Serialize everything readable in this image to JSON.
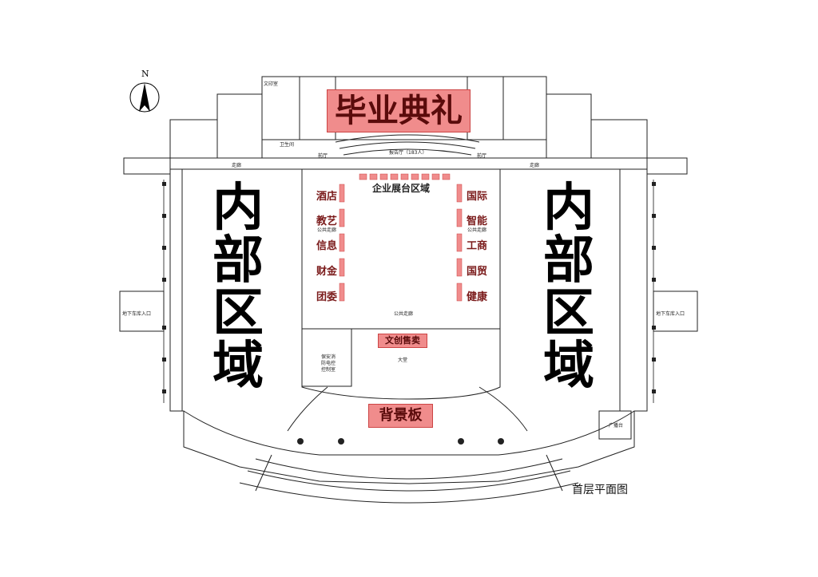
{
  "labels": {
    "ceremony": "毕业典礼",
    "enterprise": "企业展台区域",
    "backdrop": "背景板",
    "creative": "文创售卖",
    "plan_title": "首层平面图",
    "north": "N",
    "internal_left": [
      "内",
      "部",
      "区",
      "域"
    ],
    "internal_right": [
      "内",
      "部",
      "区",
      "域"
    ]
  },
  "left_zones": [
    "酒店",
    "教艺",
    "信息",
    "财金",
    "团委"
  ],
  "right_zones": [
    "国际",
    "智能",
    "工商",
    "国贸",
    "健康"
  ],
  "small_labels": {
    "lecture_hall": "报告厅（183人）",
    "corridor_left": "公共走廊",
    "corridor_right": "公共走廊",
    "corridor_center": "公共走廊",
    "hall": "大堂",
    "fire_control": "保安消防电控控制室",
    "broadcast": "广播台",
    "garage_left": "地下车库入口",
    "garage_right": "地下车库入口",
    "stair_top_left": "文印室",
    "stair_left": "走廊",
    "stair_right": "走廊",
    "toilet": "卫生间",
    "front_hall_left": "前厅",
    "front_hall_right": "前厅"
  },
  "colors": {
    "highlight": "#f08c8c",
    "zone_text": "#7a1a1a"
  }
}
